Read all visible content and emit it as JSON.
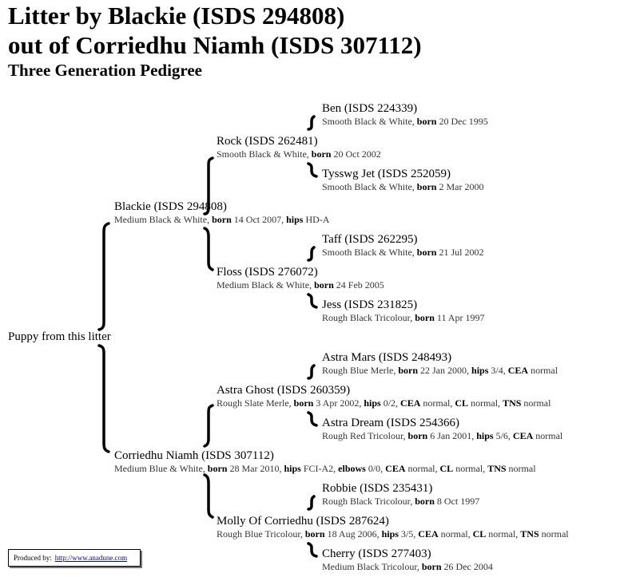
{
  "title": {
    "line1": "Litter by Blackie (ISDS 294808)",
    "line2": "out of Corriedhu Niamh (ISDS 307112)",
    "subtitle": "Three Generation Pedigree"
  },
  "root": "Puppy from this litter",
  "pedigree": {
    "sire": {
      "name": "Blackie (ISDS 294808)",
      "desc": [
        [
          "Medium Black & White, ",
          ""
        ],
        [
          "born",
          " 14 Oct 2007, "
        ],
        [
          "hips",
          " HD-A"
        ]
      ]
    },
    "sire_sire": {
      "name": "Rock (ISDS 262481)",
      "desc": [
        [
          "Smooth Black & White, ",
          ""
        ],
        [
          "born",
          " 20 Oct 2002"
        ]
      ]
    },
    "sire_sire_sire": {
      "name": "Ben (ISDS 224339)",
      "desc": [
        [
          "Smooth Black & White, ",
          ""
        ],
        [
          "born",
          " 20 Dec 1995"
        ]
      ]
    },
    "sire_sire_dam": {
      "name": "Tysswg Jet (ISDS 252059)",
      "desc": [
        [
          "Smooth Black & White, ",
          ""
        ],
        [
          "born",
          " 2 Mar 2000"
        ]
      ]
    },
    "sire_dam": {
      "name": "Floss (ISDS 276072)",
      "desc": [
        [
          "Medium Black & White, ",
          ""
        ],
        [
          "born",
          " 24 Feb 2005"
        ]
      ]
    },
    "sire_dam_sire": {
      "name": "Taff (ISDS 262295)",
      "desc": [
        [
          "Smooth Black & White, ",
          ""
        ],
        [
          "born",
          " 21 Jul 2002"
        ]
      ]
    },
    "sire_dam_dam": {
      "name": "Jess (ISDS 231825)",
      "desc": [
        [
          "Rough Black Tricolour, ",
          ""
        ],
        [
          "born",
          " 11 Apr 1997"
        ]
      ]
    },
    "dam": {
      "name": "Corriedhu Niamh (ISDS 307112)",
      "desc": [
        [
          "Medium Blue & White, ",
          ""
        ],
        [
          "born",
          " 28 Mar 2010, "
        ],
        [
          "hips",
          " FCI-A2, "
        ],
        [
          "elbows",
          " 0/0, "
        ],
        [
          "CEA",
          " normal, "
        ],
        [
          "CL",
          " normal, "
        ],
        [
          "TNS",
          " normal"
        ]
      ]
    },
    "dam_sire": {
      "name": "Astra Ghost (ISDS 260359)",
      "desc": [
        [
          "Rough Slate Merle, ",
          ""
        ],
        [
          "born",
          " 3 Apr 2002, "
        ],
        [
          "hips",
          " 0/2, "
        ],
        [
          "CEA",
          " normal, "
        ],
        [
          "CL",
          " normal, "
        ],
        [
          "TNS",
          " normal"
        ]
      ]
    },
    "dam_sire_sire": {
      "name": "Astra Mars (ISDS 248493)",
      "desc": [
        [
          "Rough Blue Merle, ",
          ""
        ],
        [
          "born",
          " 22 Jan 2000, "
        ],
        [
          "hips",
          " 3/4, "
        ],
        [
          "CEA",
          " normal"
        ]
      ]
    },
    "dam_sire_dam": {
      "name": "Astra Dream (ISDS 254366)",
      "desc": [
        [
          "Rough Red Tricolour, ",
          ""
        ],
        [
          "born",
          " 6 Jan 2001, "
        ],
        [
          "hips",
          " 5/6, "
        ],
        [
          "CEA",
          " normal"
        ]
      ]
    },
    "dam_dam": {
      "name": "Molly Of Corriedhu (ISDS 287624)",
      "desc": [
        [
          "Rough Blue Tricolour, ",
          ""
        ],
        [
          "born",
          " 18 Aug 2006, "
        ],
        [
          "hips",
          " 3/5, "
        ],
        [
          "CEA",
          " normal, "
        ],
        [
          "CL",
          " normal, "
        ],
        [
          "TNS",
          " normal"
        ]
      ]
    },
    "dam_dam_sire": {
      "name": "Robbie (ISDS 235431)",
      "desc": [
        [
          "Rough Black Tricolour, ",
          ""
        ],
        [
          "born",
          " 8 Oct 1997"
        ]
      ]
    },
    "dam_dam_dam": {
      "name": "Cherry (ISDS 277403)",
      "desc": [
        [
          "Medium Black Tricolour, ",
          ""
        ],
        [
          "born",
          " 26 Dec 2004"
        ]
      ]
    }
  },
  "footer": {
    "label": "Produced by:",
    "link": "http://www.anadune.com"
  }
}
